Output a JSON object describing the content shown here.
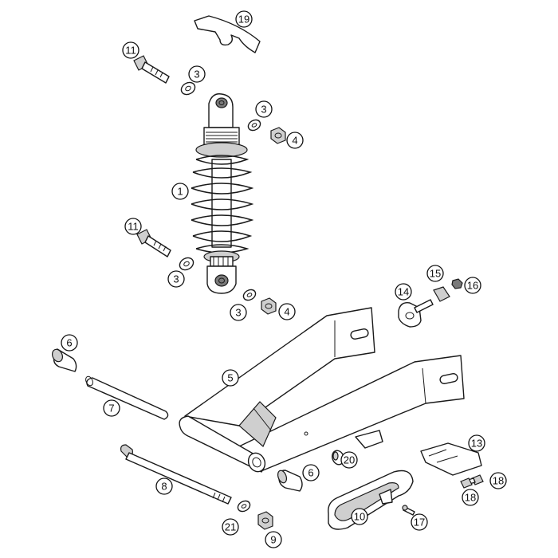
{
  "diagram": {
    "callouts": [
      {
        "id": "c19",
        "label": "19"
      },
      {
        "id": "c11a",
        "label": "11"
      },
      {
        "id": "c3a",
        "label": "3"
      },
      {
        "id": "c3b",
        "label": "3"
      },
      {
        "id": "c4a",
        "label": "4"
      },
      {
        "id": "c1",
        "label": "1"
      },
      {
        "id": "c11b",
        "label": "11"
      },
      {
        "id": "c3c",
        "label": "3"
      },
      {
        "id": "c3d",
        "label": "3"
      },
      {
        "id": "c4b",
        "label": "4"
      },
      {
        "id": "c15",
        "label": "15"
      },
      {
        "id": "c14",
        "label": "14"
      },
      {
        "id": "c16",
        "label": "16"
      },
      {
        "id": "c6a",
        "label": "6"
      },
      {
        "id": "c5",
        "label": "5"
      },
      {
        "id": "c7",
        "label": "7"
      },
      {
        "id": "c13",
        "label": "13"
      },
      {
        "id": "c20",
        "label": "20"
      },
      {
        "id": "c6b",
        "label": "6"
      },
      {
        "id": "c8",
        "label": "8"
      },
      {
        "id": "c18a",
        "label": "18"
      },
      {
        "id": "c18b",
        "label": "18"
      },
      {
        "id": "c10",
        "label": "10"
      },
      {
        "id": "c17",
        "label": "17"
      },
      {
        "id": "c21",
        "label": "21"
      },
      {
        "id": "c9",
        "label": "9"
      }
    ]
  }
}
